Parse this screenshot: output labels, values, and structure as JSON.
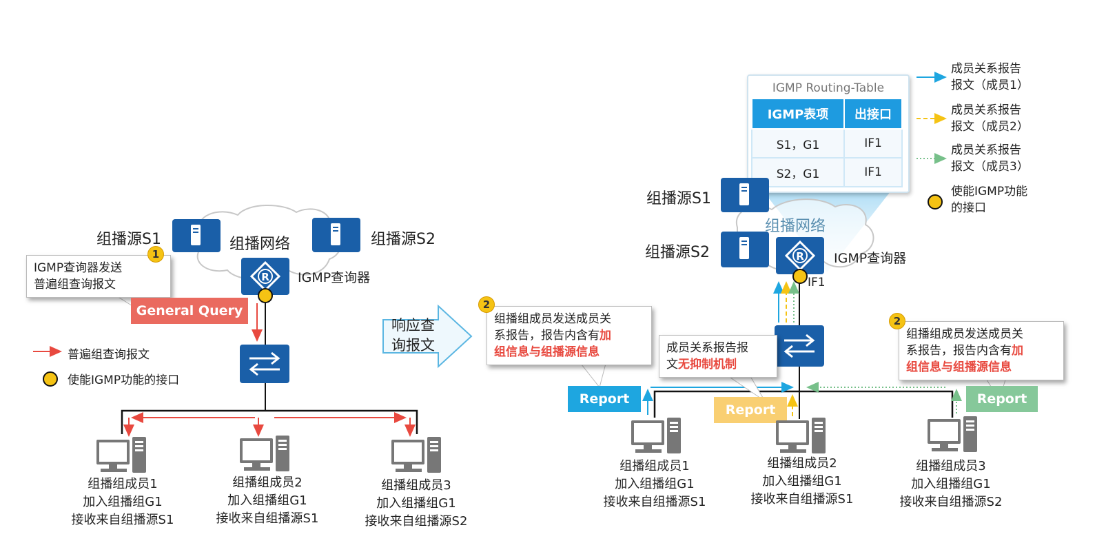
{
  "left": {
    "source1_label": "组播源S1",
    "source2_label": "组播源S2",
    "network_label": "组播网络",
    "querier_label": "IGMP查询器",
    "callout_badge": "1",
    "callout_text_line1": "IGMP查询器发送",
    "callout_text_line2": "普遍组查询报文",
    "general_query_tag": "General Query",
    "legend_query_text": "普遍组查询报文",
    "legend_interface_text": "使能IGMP功能的接口",
    "members": [
      {
        "line1": "组播组成员1",
        "line2": "加入组播组G1",
        "line3": "接收来自组播源S1"
      },
      {
        "line1": "组播组成员2",
        "line2": "加入组播组G1",
        "line3": "接收来自组播源S1"
      },
      {
        "line1": "组播组成员3",
        "line2": "加入组播组G1",
        "line3": "接收来自组播源S2"
      }
    ]
  },
  "middle_arrow": {
    "line1": "响应查",
    "line2": "询报文"
  },
  "right": {
    "source1_label": "组播源S1",
    "source2_label": "组播源S2",
    "network_label": "组播网络",
    "querier_label": "IGMP查询器",
    "if_label": "IF1",
    "routing_table": {
      "title": "IGMP Routing-Table",
      "headers": [
        "IGMP表项",
        "出接口"
      ],
      "rows": [
        [
          "S1，G1",
          "IF1"
        ],
        [
          "S2，G1",
          "IF1"
        ]
      ]
    },
    "callout_left_badge": "2",
    "callout_left_line1": "组播组成员发送成员关",
    "callout_left_line2_plain": "系报告，报告内含有",
    "callout_left_line2_red": "加",
    "callout_left_line3_red": "组信息与组播源信息",
    "callout_mid_line1": "成员关系报告报",
    "callout_mid_line2_plain": "文",
    "callout_mid_line2_red": "无抑制机制",
    "callout_right_badge": "2",
    "callout_right_line1": "组播组成员发送成员关",
    "callout_right_line2_plain": "系报告，报告内含有",
    "callout_right_line2_red": "加",
    "callout_right_line3_red": "组信息与组播源信息",
    "report_tag_1": "Report",
    "report_tag_2": "Report",
    "report_tag_3": "Report",
    "legend": [
      {
        "line1": "成员关系报告",
        "line2": "报文（成员1）"
      },
      {
        "line1": "成员关系报告",
        "line2": "报文（成员2）"
      },
      {
        "line1": "成员关系报告",
        "line2": "报文（成员3）"
      },
      {
        "line1": "使能IGMP功能",
        "line2": "的接口"
      }
    ],
    "members": [
      {
        "line1": "组播组成员1",
        "line2": "加入组播组G1",
        "line3": "接收来自组播源S1"
      },
      {
        "line1": "组播组成员2",
        "line2": "加入组播组G1",
        "line3": "接收来自组播源S1"
      },
      {
        "line1": "组播组成员3",
        "line2": "加入组播组G1",
        "line3": "接收来自组播源S2"
      }
    ]
  },
  "colors": {
    "device_blue": "#1a5fa8",
    "query_red": "#e8493f",
    "report_blue": "#1ea6e0",
    "report_orange": "#f5c314",
    "report_green": "#77c08a"
  }
}
